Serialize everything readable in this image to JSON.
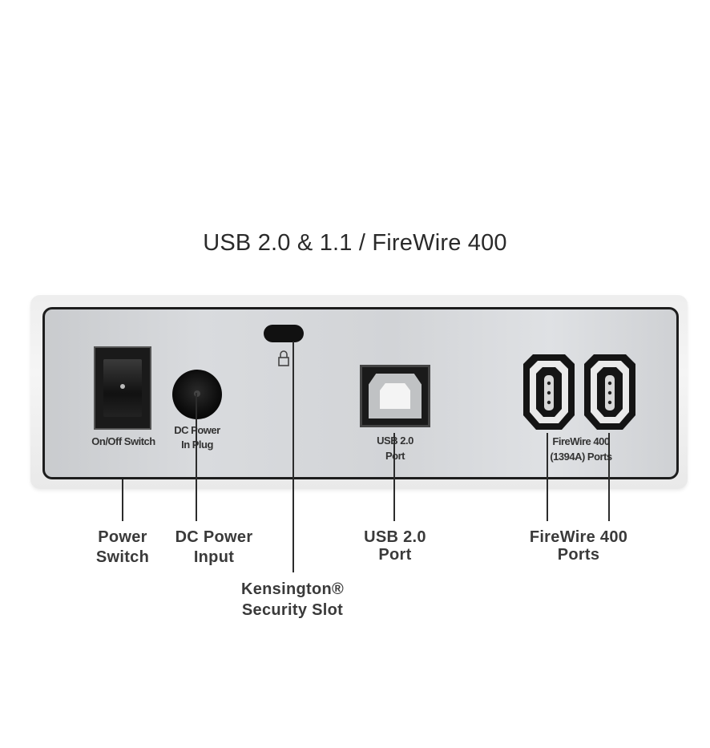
{
  "title": "USB 2.0 & 1.1 / FireWire 400",
  "panel_labels": {
    "power_switch": "On/Off Switch",
    "dc_plug_line1": "DC Power",
    "dc_plug_line2": "In Plug",
    "usb_line1": "USB 2.0",
    "usb_line2": "Port",
    "firewire_line1": "FireWire 400",
    "firewire_line2": "(1394A) Ports"
  },
  "callouts": {
    "power_switch_line1": "Power",
    "power_switch_line2": "Switch",
    "dc_input_line1": "DC Power",
    "dc_input_line2": "Input",
    "kensington_line1": "Kensington®",
    "kensington_line2": "Security Slot",
    "usb_line1": "USB 2.0",
    "usb_line2": "Port",
    "firewire_line1": "FireWire 400",
    "firewire_line2": "Ports"
  },
  "colors": {
    "panel_border": "#1d1d1d",
    "panel_face": "#d4d6d9",
    "port_black": "#111111",
    "leader_line": "#2c2c2c"
  }
}
